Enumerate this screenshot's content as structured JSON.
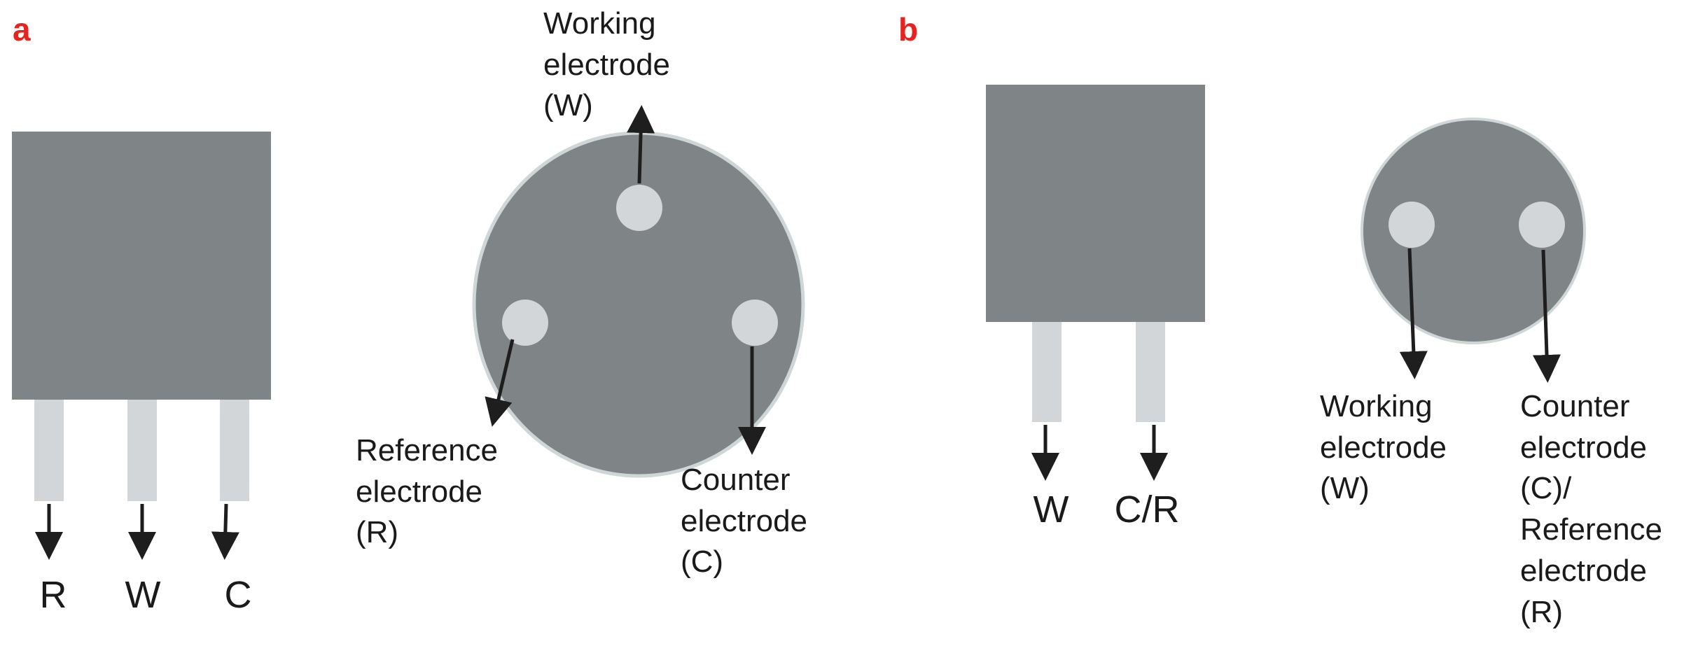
{
  "colors": {
    "body": "#7f8587",
    "body_edge": "#cfd6d8",
    "pin": "#d3d6d8",
    "arrow": "#1e1e1e",
    "label_red": "#e8231f",
    "text": "#1a1a1a"
  },
  "panel_a": {
    "label": "a",
    "pins": [
      "R",
      "W",
      "C"
    ],
    "callouts": {
      "working": [
        "Working",
        "electrode",
        "(W)"
      ],
      "reference": [
        "Reference",
        "electrode",
        "(R)"
      ],
      "counter": [
        "Counter",
        "electrode",
        "(C)"
      ]
    }
  },
  "panel_b": {
    "label": "b",
    "pins": [
      "W",
      "C/R"
    ],
    "callouts": {
      "working": [
        "Working",
        "electrode",
        "(W)"
      ],
      "counter_reference": [
        "Counter",
        "electrode",
        "(C)/",
        "Reference",
        "electrode",
        "(R)"
      ]
    }
  }
}
